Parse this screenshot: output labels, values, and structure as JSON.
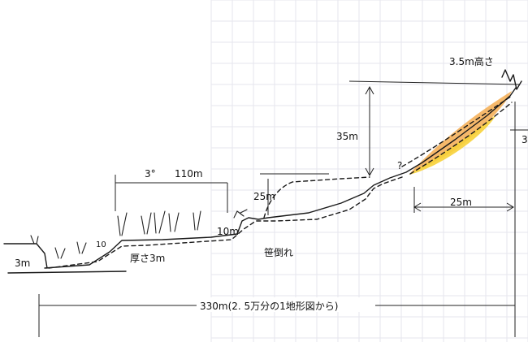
{
  "labels": {
    "top_height": "3.5m高さ",
    "height_35": "35m",
    "question": "?",
    "angle": "3°",
    "length_110": "110m",
    "height_25": "25m",
    "width_25": "25m",
    "depth_10": "10m",
    "left_3m": "3m",
    "thickness": "厚さ3m",
    "bamboo_fallen": "笹倒れ",
    "total_distance": "330m(2. 5万分の1地形図から)",
    "small_10": "10",
    "right_edge": "3"
  },
  "colors": {
    "ink": "#1a1a1a",
    "grid": "#e6e6ee",
    "deposit_orange": "#f3a23a",
    "deposit_yellow": "#f7d23a"
  }
}
